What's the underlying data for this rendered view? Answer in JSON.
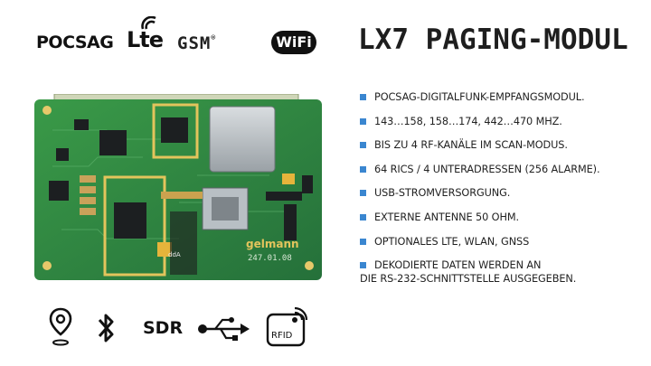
{
  "logos": {
    "pocsag": "POCSAG",
    "lte": "Lte",
    "gsm": "GSM",
    "gsm_mark": "®",
    "wifi": "WiFi"
  },
  "title": "LX7 PAGING-MODUL",
  "features": [
    "POCSAG-DIGITALFUNK-EMPFANGSMODUL.",
    "143…158, 158…174, 442…470 MHZ.",
    "BIS ZU 4 RF-KANÄLE IM SCAN-MODUS.",
    "64 RICS / 4 UNTERADRESSEN (256 ALARME).",
    "USB-STROMVERSORGUNG.",
    "EXTERNE ANTENNE 50 OHM.",
    "OPTIONALES LTE, WLAN, GNSS"
  ],
  "feature_last": {
    "line1": "DEKODIERTE DATEN WERDEN AN",
    "line2": "DIE RS-232-SCHNITTSTELLE AUSGEGEBEN."
  },
  "board": {
    "brand": "gelmann",
    "code": "247.01.08",
    "silk_label": "ddA"
  },
  "bottom_icons": {
    "sdr": "SDR",
    "rfid": "RFID"
  },
  "colors": {
    "bullet": "#3a86d0",
    "pcb": "#2f8a3e",
    "text": "#222222"
  }
}
